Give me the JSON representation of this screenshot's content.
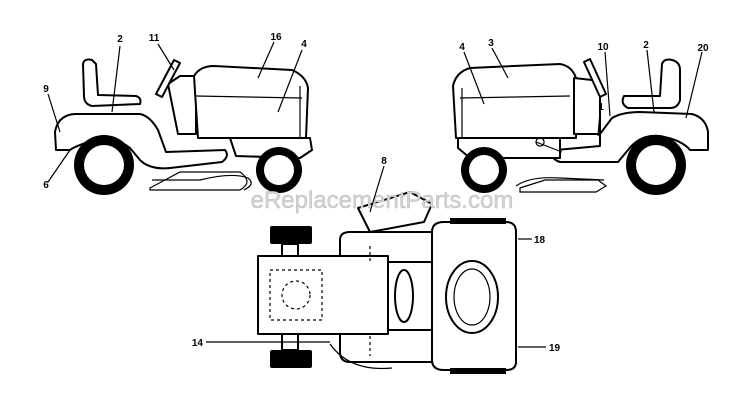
{
  "watermark": "eReplacementParts.com",
  "callouts": [
    {
      "id": "c2a",
      "label": "2"
    },
    {
      "id": "c11",
      "label": "11"
    },
    {
      "id": "c16",
      "label": "16"
    },
    {
      "id": "c4a",
      "label": "4"
    },
    {
      "id": "c9",
      "label": "9"
    },
    {
      "id": "c6",
      "label": "6"
    },
    {
      "id": "c4b",
      "label": "4"
    },
    {
      "id": "c3",
      "label": "3"
    },
    {
      "id": "c10",
      "label": "10"
    },
    {
      "id": "c2b",
      "label": "2"
    },
    {
      "id": "c20",
      "label": "20"
    },
    {
      "id": "c1",
      "label": "1"
    },
    {
      "id": "c8",
      "label": "8"
    },
    {
      "id": "c18",
      "label": "18"
    },
    {
      "id": "c14",
      "label": "14"
    },
    {
      "id": "c19",
      "label": "19"
    }
  ],
  "colors": {
    "line": "#000000",
    "background": "#ffffff",
    "watermark": "#d4d4d4"
  }
}
